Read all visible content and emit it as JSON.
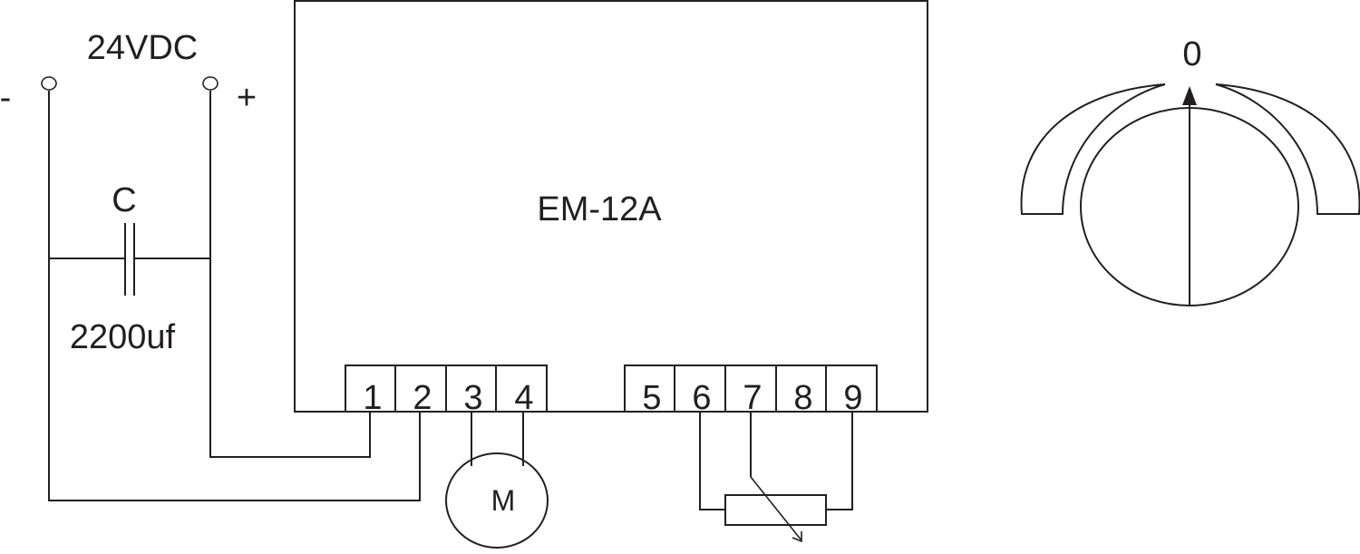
{
  "supply": {
    "voltage": "24VDC",
    "minus": "-",
    "plus": "+"
  },
  "capacitor": {
    "name": "C",
    "value": "2200uf"
  },
  "controller": {
    "model": "EM-12A"
  },
  "terminals": {
    "left": [
      "1",
      "2",
      "3",
      "4"
    ],
    "right": [
      "5",
      "6",
      "7",
      "8",
      "9"
    ]
  },
  "motor": {
    "label": "M"
  },
  "dial": {
    "zero_mark": "0"
  },
  "colors": {
    "line": "#231f20",
    "background": "#ffffff"
  }
}
